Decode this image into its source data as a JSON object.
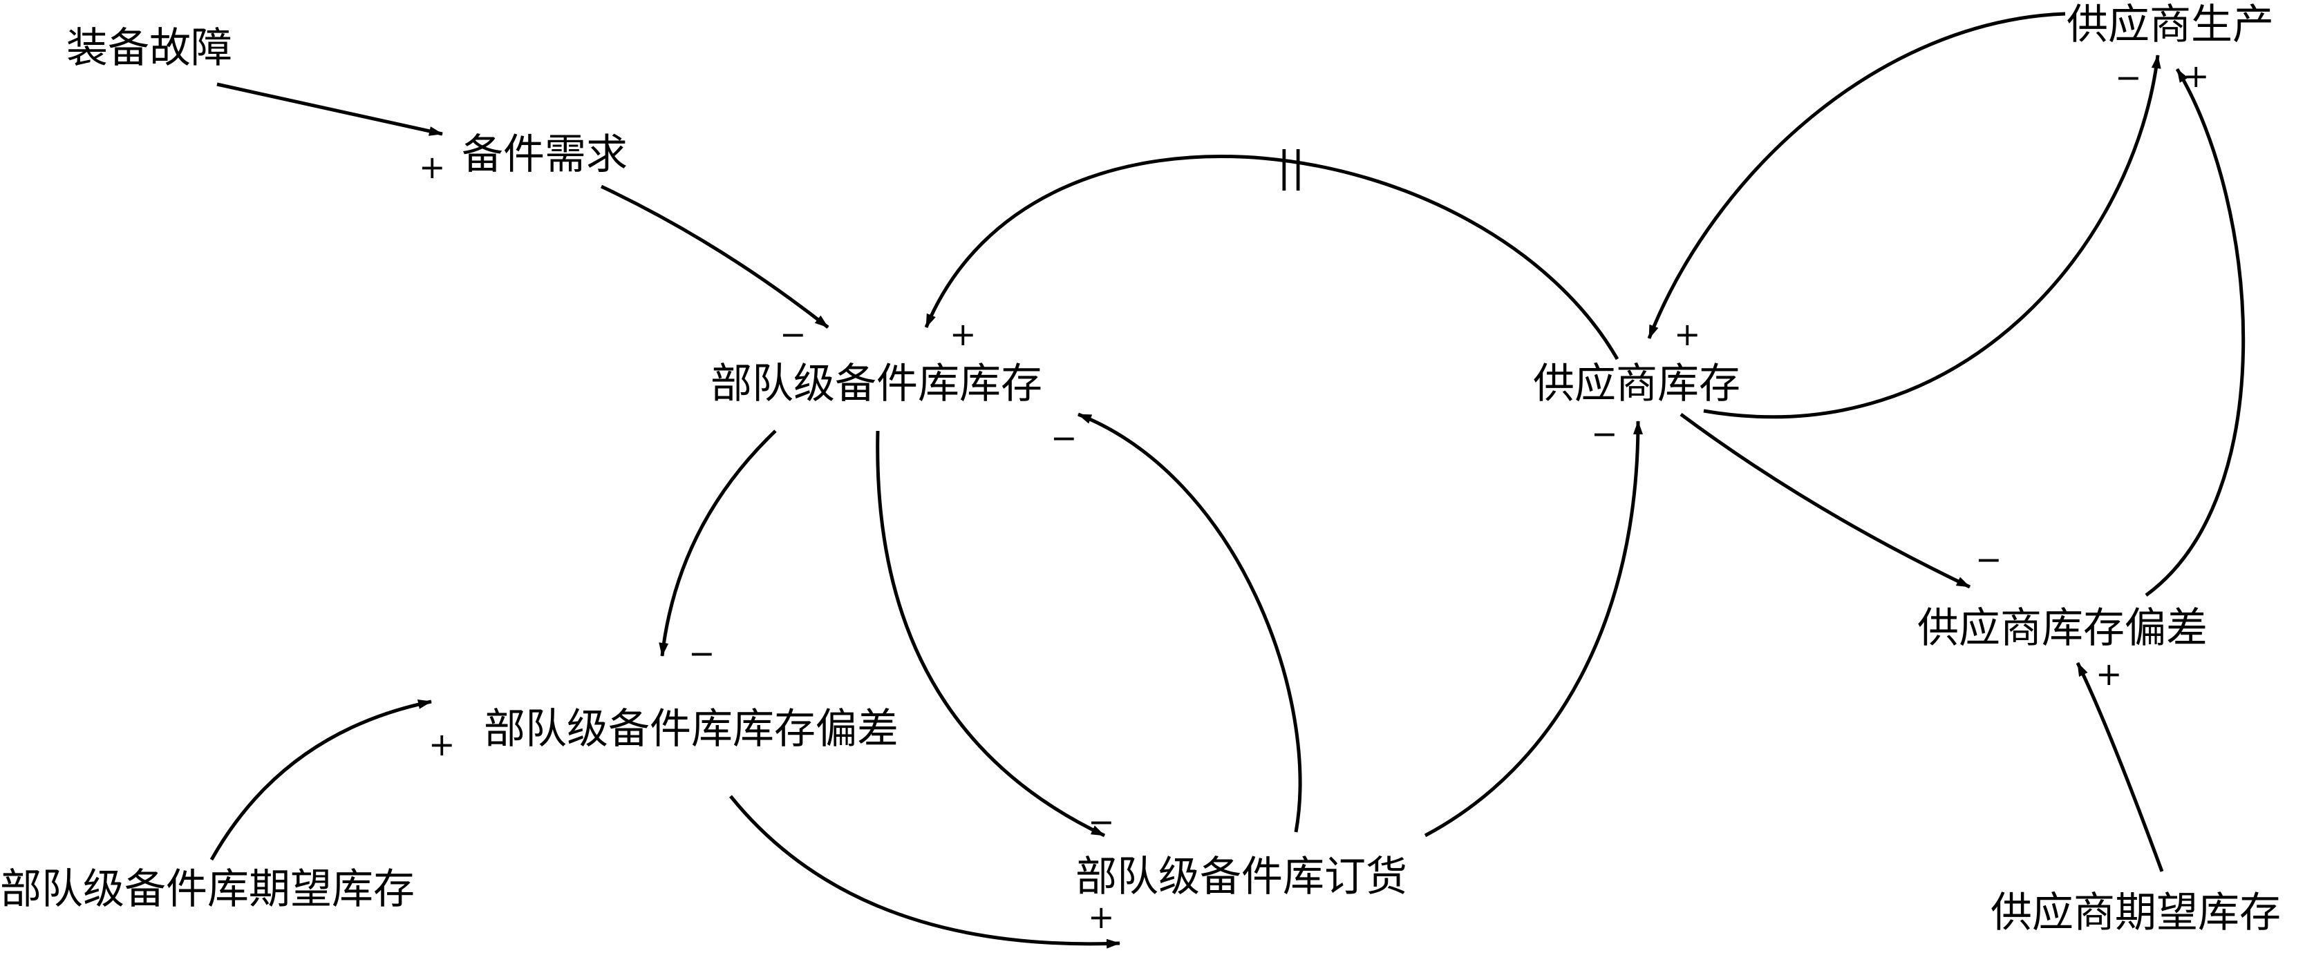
{
  "nodes": {
    "equipment_failure": "装备故障",
    "spare_demand": "备件需求",
    "unit_inventory": "部队级备件库库存",
    "supplier_inventory": "供应商库存",
    "supplier_production": "供应商生产",
    "unit_inventory_gap": "部队级备件库库存偏差",
    "unit_desired_inventory": "部队级备件库期望库存",
    "unit_order": "部队级备件库订货",
    "supplier_inventory_gap": "供应商库存偏差",
    "supplier_desired_inventory": "供应商期望库存"
  },
  "polarity": {
    "plus": "+",
    "minus": "−"
  },
  "delay_mark": "||"
}
